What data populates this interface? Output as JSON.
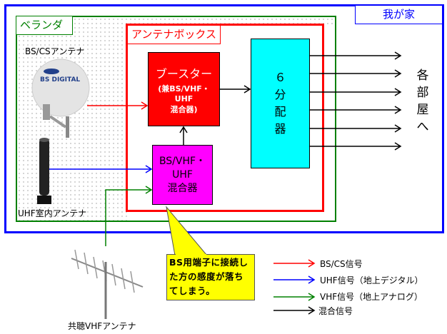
{
  "house": {
    "label": "我が家"
  },
  "veranda": {
    "label": "ベランダ"
  },
  "antenna_box": {
    "label": "アンテナボックス"
  },
  "bs_antenna": {
    "label": "BS/CSアンテナ",
    "dish_text": "BS DIGITAL"
  },
  "uhf_antenna": {
    "label": "UHF室内アンテナ"
  },
  "vhf_antenna": {
    "label": "共聴VHFアンテナ"
  },
  "booster": {
    "title": "ブースター",
    "line1": "(兼BS/VHF・",
    "line2": "UHF",
    "line3": "混合器)"
  },
  "mixer": {
    "line1": "BS/VHF・",
    "line2": "UHF",
    "line3": "混合器"
  },
  "splitter": {
    "chars": [
      "６",
      "分",
      "配",
      "器"
    ]
  },
  "rooms": {
    "chars": [
      "各",
      "部",
      "屋",
      "へ"
    ]
  },
  "callout": {
    "text": "BS用端子に接続した方の感度が落ちてしまう。"
  },
  "legend": [
    {
      "label": "BS/CS信号",
      "color": "#ff0000"
    },
    {
      "label": "UHF信号（地上デジタル）",
      "color": "#0000ff"
    },
    {
      "label": "VHF信号（地上アナログ）",
      "color": "#008000"
    },
    {
      "label": "混合信号",
      "color": "#000000"
    }
  ]
}
